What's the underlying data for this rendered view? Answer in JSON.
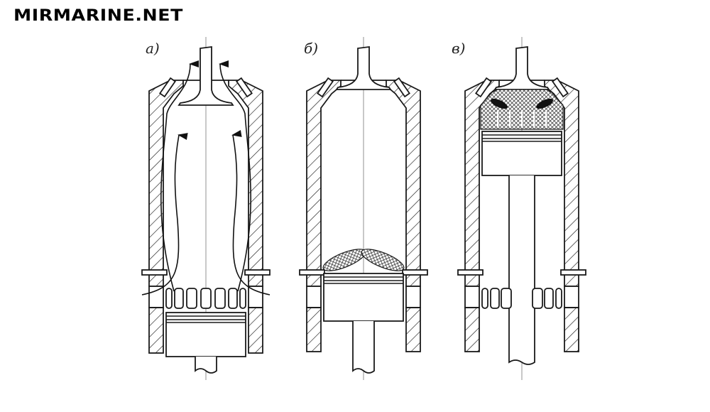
{
  "logo": "MIRMARINE.NET",
  "panels": [
    {
      "label": "а)",
      "valve": "open",
      "piston": "bottom",
      "state": "scavenging"
    },
    {
      "label": "б)",
      "valve": "closed",
      "piston": "middle",
      "state": "fuel-injection"
    },
    {
      "label": "в)",
      "valve": "closed",
      "piston": "top",
      "state": "combustion"
    }
  ],
  "colors": {
    "line": "#1a1a1a",
    "background": "#ffffff"
  }
}
